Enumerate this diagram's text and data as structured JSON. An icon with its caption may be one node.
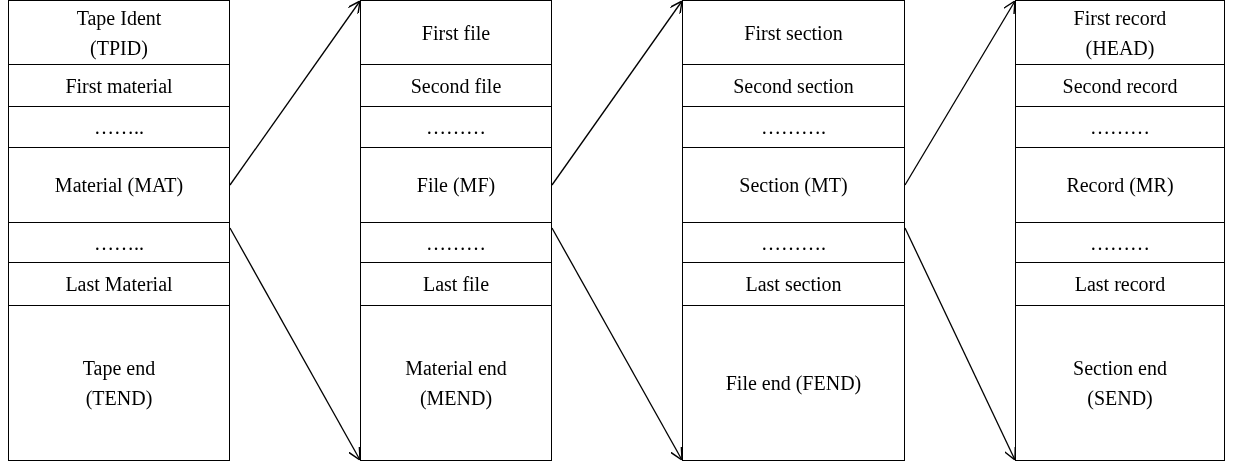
{
  "diagram": {
    "nodes": [
      {
        "text": [
          "Tape Ident (TPID)"
        ]
      },
      {
        "text": [
          "First material"
        ]
      },
      {
        "text": [
          "…….."
        ]
      },
      {
        "text": [
          "Material (MAT)"
        ]
      },
      {
        "text": [
          "…….."
        ]
      },
      {
        "text": [
          "Last Material"
        ]
      },
      {
        "text": [
          "Tape end (TEND)"
        ]
      },
      {
        "text": [
          "First file"
        ]
      },
      {
        "text": [
          "Second file"
        ]
      },
      {
        "text": [
          "………"
        ]
      },
      {
        "text": [
          "File (MF)"
        ]
      },
      {
        "text": [
          "………"
        ]
      },
      {
        "text": [
          "Last file"
        ]
      },
      {
        "text": [
          "Material end (MEND)"
        ]
      },
      {
        "text": [
          "First section"
        ]
      },
      {
        "text": [
          "Second section"
        ]
      },
      {
        "text": [
          "………."
        ]
      },
      {
        "text": [
          "Section (MT)"
        ]
      },
      {
        "text": [
          "………."
        ]
      },
      {
        "text": [
          "Last section"
        ]
      },
      {
        "text": [
          "File end (FEND)"
        ]
      },
      {
        "text": [
          "First record (HEAD)"
        ]
      },
      {
        "text": [
          "Second record"
        ]
      },
      {
        "text": [
          "………"
        ]
      },
      {
        "text": [
          "Record (MR)"
        ]
      },
      {
        "text": [
          "………"
        ]
      },
      {
        "text": [
          "Last record"
        ]
      },
      {
        "text": [
          "Section end (SEND)"
        ]
      }
    ],
    "edges": [
      {
        "from": 3,
        "to": 7,
        "arrow": "to"
      },
      {
        "from": 3,
        "to": 13,
        "arrow": "to"
      },
      {
        "from": 10,
        "to": 14,
        "arrow": "to"
      },
      {
        "from": 10,
        "to": 20,
        "arrow": "to"
      },
      {
        "from": 17,
        "to": 21,
        "arrow": "to"
      },
      {
        "from": 17,
        "to": 27,
        "arrow": "to"
      }
    ]
  }
}
